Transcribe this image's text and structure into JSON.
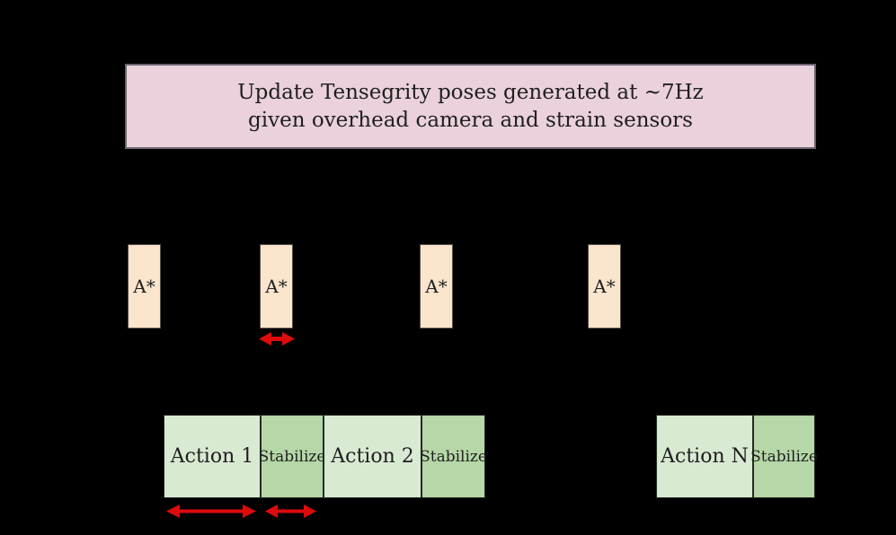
{
  "banner": {
    "line1": "Update Tensegrity poses generated at ~7Hz",
    "line2": "given overhead camera and strain sensors"
  },
  "planners": [
    {
      "label": "A*"
    },
    {
      "label": "A*"
    },
    {
      "label": "A*"
    },
    {
      "label": "A*"
    }
  ],
  "timeline": {
    "segments": [
      {
        "label": "Action 1",
        "type": "action"
      },
      {
        "label": "Stabilize",
        "type": "stabilize"
      },
      {
        "label": "Action 2",
        "type": "action"
      },
      {
        "label": "Stabilize",
        "type": "stabilize"
      },
      {
        "label": "Action N",
        "type": "action"
      },
      {
        "label": "Stabilize",
        "type": "stabilize"
      }
    ]
  },
  "arrows": [
    {
      "name": "replan-interval-arrow"
    },
    {
      "name": "action-duration-arrow"
    },
    {
      "name": "stabilize-duration-arrow"
    }
  ],
  "colors": {
    "background": "#000000",
    "banner_fill": "#ead1dc",
    "planner_fill": "#fce5cd",
    "action_fill": "#d9ead3",
    "stabilize_fill": "#b6d7a8",
    "box_border": "#4a4a44",
    "arrow_red": "#dd0b0b",
    "text": "#1f1f1f"
  }
}
